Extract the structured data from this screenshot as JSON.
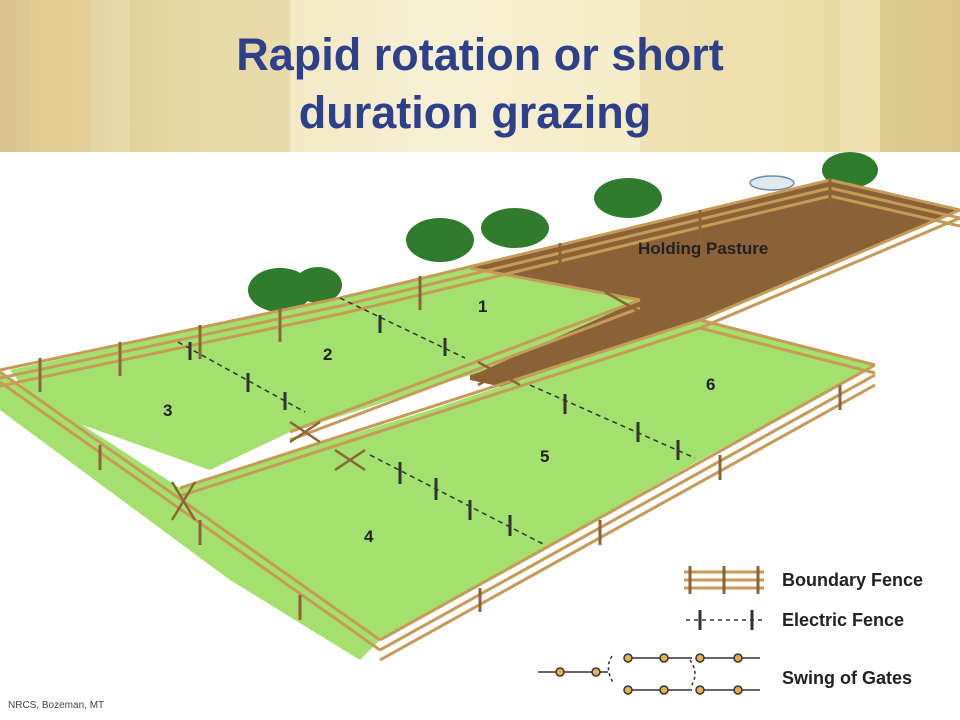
{
  "title": {
    "line1": "Rapid rotation or short",
    "line2": "duration grazing"
  },
  "diagram": {
    "paddocks": [
      {
        "id": "paddock-1",
        "label": "1"
      },
      {
        "id": "paddock-2",
        "label": "2"
      },
      {
        "id": "paddock-3",
        "label": "3"
      },
      {
        "id": "paddock-4",
        "label": "4"
      },
      {
        "id": "paddock-5",
        "label": "5"
      },
      {
        "id": "paddock-6",
        "label": "6"
      }
    ],
    "holding_pasture_label": "Holding Pasture",
    "colors": {
      "grass": "#a3e06e",
      "dirt": "#8a6238",
      "fence": "#c69a57",
      "fence_dark": "#8b6533",
      "shrub": "#2f7d2c",
      "title": "#2e3f8c"
    }
  },
  "legend": {
    "boundary_fence": "Boundary Fence",
    "electric_fence": "Electric Fence",
    "swing_of_gates": "Swing of Gates"
  },
  "credit": "NRCS, Bozeman, MT"
}
